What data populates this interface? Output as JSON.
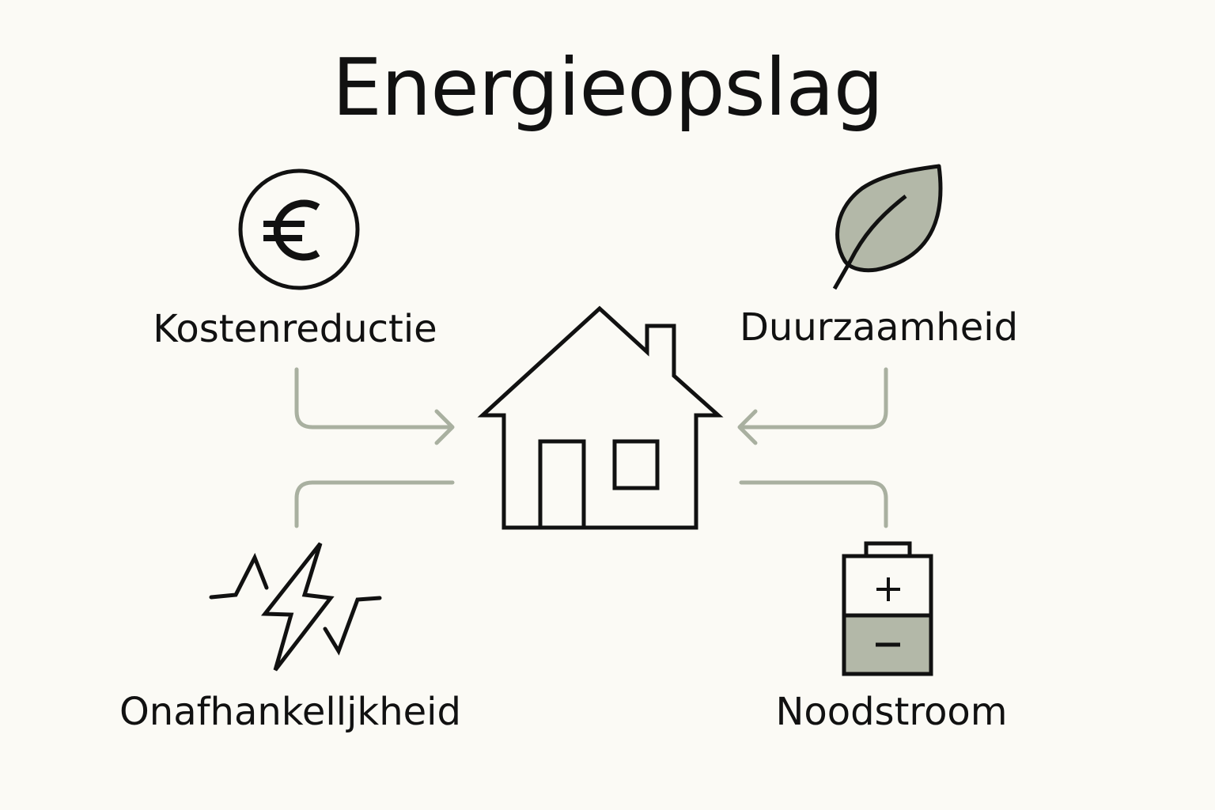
{
  "title": "Energieopslag",
  "benefits": [
    {
      "label": "Kostenreductie",
      "icon": "euro-icon"
    },
    {
      "label": "Duurzaamheid",
      "icon": "leaf-icon"
    },
    {
      "label": "Onafhankelljkheid",
      "icon": "lightning-icon"
    },
    {
      "label": "Noodstroom",
      "icon": "battery-icon"
    }
  ],
  "center_icon": "house-icon",
  "colors": {
    "background": "#fbfaf5",
    "stroke": "#111111",
    "accent": "#a9b0a0",
    "fill": "#b3b8a8"
  }
}
